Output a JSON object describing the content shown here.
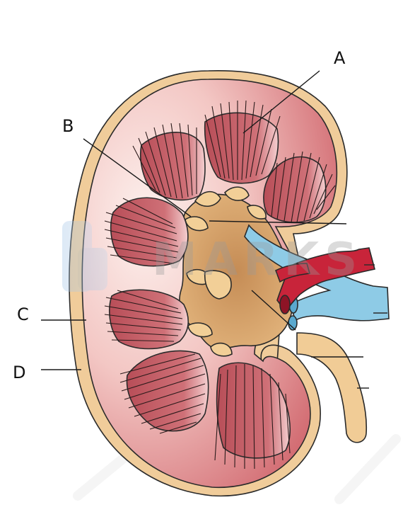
{
  "diagram": {
    "labels": {
      "a": "A",
      "b": "B",
      "c": "C",
      "d": "D"
    },
    "watermark": "MARKS",
    "colors": {
      "capsule": "#f0cc9a",
      "cortex_light": "#fbe8e4",
      "cortex_dark": "#cf6c70",
      "pyramid": "#c25b63",
      "pelvis": "#d9a56a",
      "calyx": "#f2cf97",
      "ureter": "#f1cc96",
      "artery": "#c8243a",
      "vein": "#8ecbe6",
      "outline": "#2a2a2a"
    },
    "icons": [
      "kidney-section"
    ]
  }
}
